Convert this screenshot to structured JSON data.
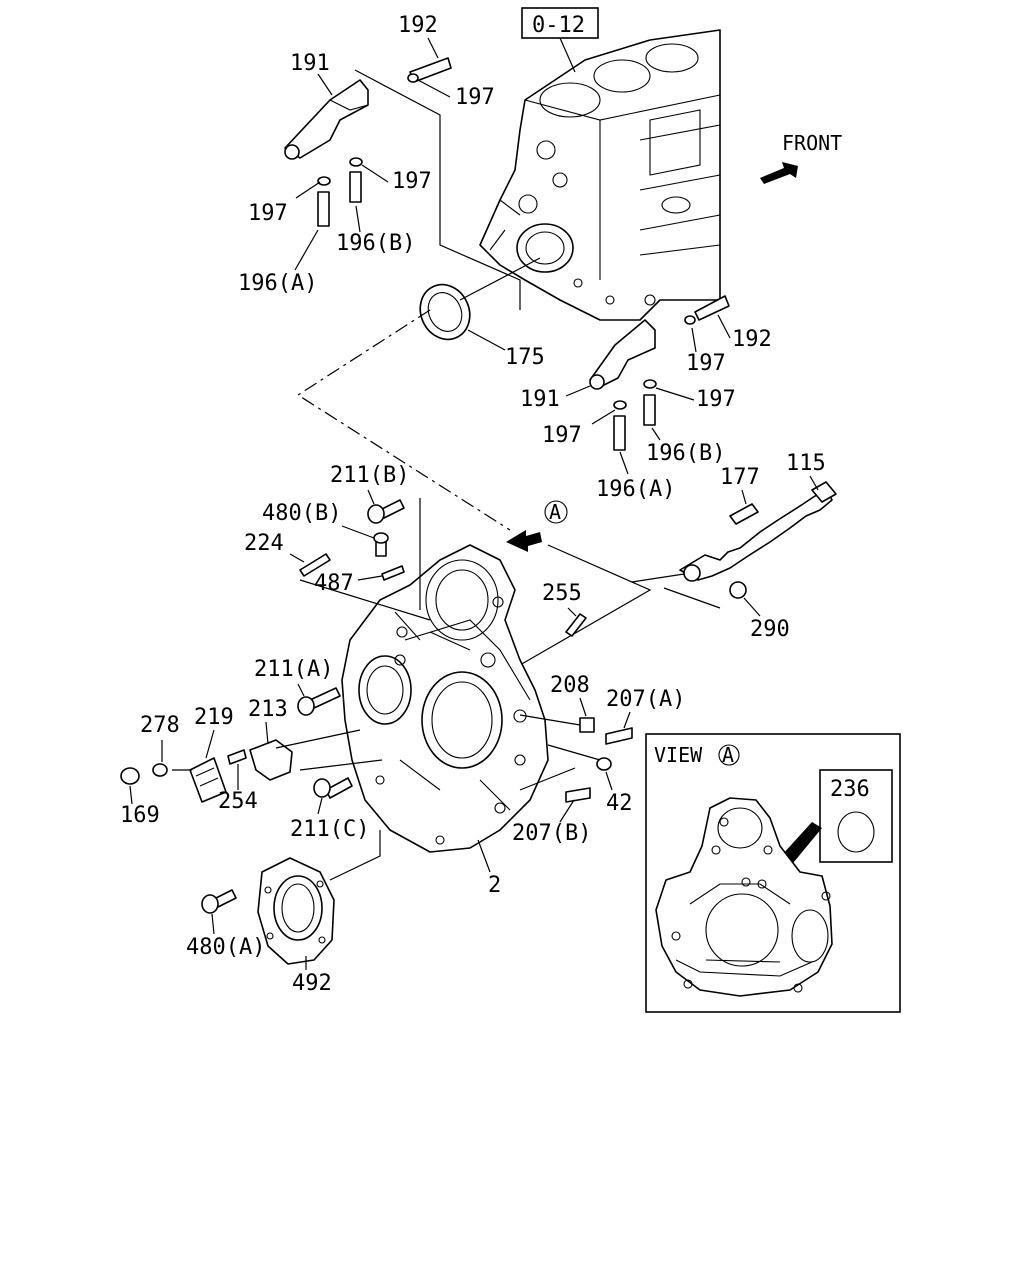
{
  "ref_box": "0-12",
  "front_label": "FRONT",
  "view_label": "VIEW",
  "view_marker": "A",
  "parts": {
    "p192_top": "192",
    "p191_top": "191",
    "p197_a": "197",
    "p197_b": "197",
    "p197_c": "197",
    "p196b_top": "196(B)",
    "p196a_top": "196(A)",
    "p175": "175",
    "p192_right": "192",
    "p197_d": "197",
    "p191_right": "191",
    "p197_e": "197",
    "p197_f": "197",
    "p196b_right": "196(B)",
    "p196a_right": "196(A)",
    "p211b": "211(B)",
    "p480b": "480(B)",
    "p224": "224",
    "p487": "487",
    "p177": "177",
    "p115": "115",
    "p255": "255",
    "p290": "290",
    "p211a": "211(A)",
    "p208": "208",
    "p207a": "207(A)",
    "p278": "278",
    "p219": "219",
    "p213": "213",
    "p254": "254",
    "p169": "169",
    "p42": "42",
    "p211c": "211(C)",
    "p207b": "207(B)",
    "p2": "2",
    "p480a": "480(A)",
    "p492": "492",
    "p236": "236"
  }
}
